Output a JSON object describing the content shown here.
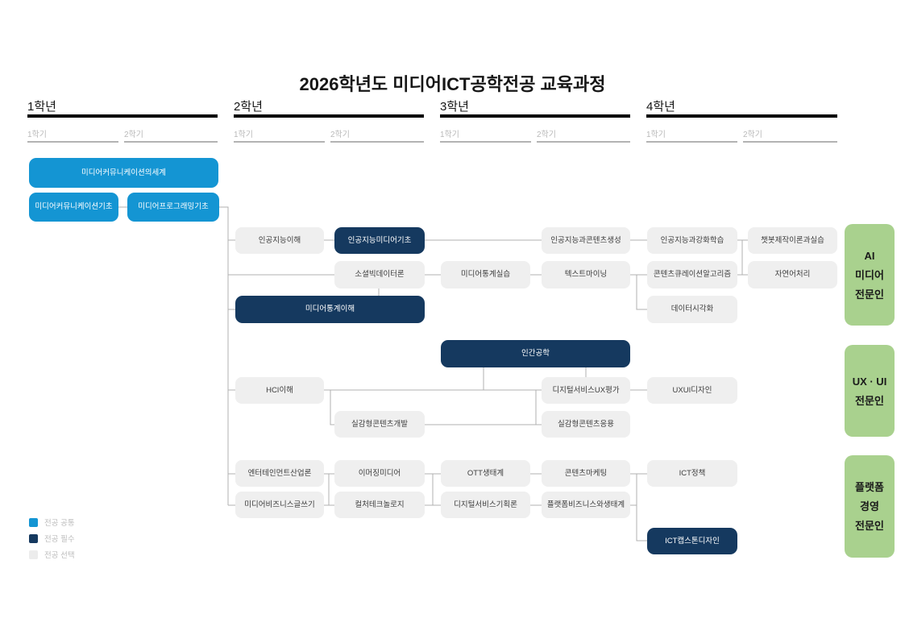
{
  "title": "2026학년도 미디어ICT공학전공 교육과정",
  "years": [
    {
      "label": "1학년",
      "semesters": [
        {
          "label": "1학기"
        },
        {
          "label": "2학기"
        }
      ]
    },
    {
      "label": "2학년",
      "semesters": [
        {
          "label": "1학기"
        },
        {
          "label": "2학기"
        }
      ]
    },
    {
      "label": "3학년",
      "semesters": [
        {
          "label": "1학기"
        },
        {
          "label": "2학기"
        }
      ]
    },
    {
      "label": "4학년",
      "semesters": [
        {
          "label": "1학기"
        },
        {
          "label": "2학기"
        }
      ]
    }
  ],
  "courses": [
    {
      "label": "미디어커뮤니케이션의세계",
      "type": "common",
      "year": 1,
      "semester": "1-2"
    },
    {
      "label": "미디어커뮤니케이션기초",
      "type": "common",
      "year": 1,
      "semester": "1"
    },
    {
      "label": "미디어프로그래밍기초",
      "type": "common",
      "year": 1,
      "semester": "2"
    },
    {
      "label": "인공지능이해",
      "type": "elective",
      "year": 2,
      "semester": "1"
    },
    {
      "label": "인공지능미디어기초",
      "type": "required",
      "year": 2,
      "semester": "2"
    },
    {
      "label": "소셜빅데이터론",
      "type": "elective",
      "year": 2,
      "semester": "2"
    },
    {
      "label": "미디어통계이해",
      "type": "required",
      "year": 2,
      "semester": "1-2"
    },
    {
      "label": "미디어통계실습",
      "type": "elective",
      "year": 3,
      "semester": "1"
    },
    {
      "label": "텍스트마이닝",
      "type": "elective",
      "year": 3,
      "semester": "2"
    },
    {
      "label": "인공지능과콘텐츠생성",
      "type": "elective",
      "year": 3,
      "semester": "2"
    },
    {
      "label": "인공지능과강화학습",
      "type": "elective",
      "year": 4,
      "semester": "1"
    },
    {
      "label": "챗봇제작이론과실습",
      "type": "elective",
      "year": 4,
      "semester": "2"
    },
    {
      "label": "콘텐츠큐레이션알고리즘",
      "type": "elective",
      "year": 4,
      "semester": "1"
    },
    {
      "label": "자연어처리",
      "type": "elective",
      "year": 4,
      "semester": "2"
    },
    {
      "label": "데이터시각화",
      "type": "elective",
      "year": 4,
      "semester": "1"
    },
    {
      "label": "HCI이해",
      "type": "elective",
      "year": 2,
      "semester": "1"
    },
    {
      "label": "실감형콘텐츠개발",
      "type": "elective",
      "year": 2,
      "semester": "2"
    },
    {
      "label": "인간공학",
      "type": "required",
      "year": 3,
      "semester": "1-2"
    },
    {
      "label": "디지털서비스UX평가",
      "type": "elective",
      "year": 3,
      "semester": "2"
    },
    {
      "label": "실감형콘텐츠응용",
      "type": "elective",
      "year": 3,
      "semester": "2"
    },
    {
      "label": "UXUI디자인",
      "type": "elective",
      "year": 4,
      "semester": "1"
    },
    {
      "label": "엔터테인먼트산업론",
      "type": "elective",
      "year": 2,
      "semester": "1"
    },
    {
      "label": "이머징미디어",
      "type": "elective",
      "year": 2,
      "semester": "2"
    },
    {
      "label": "미디어비즈니스글쓰기",
      "type": "elective",
      "year": 2,
      "semester": "1"
    },
    {
      "label": "컬처테크놀로지",
      "type": "elective",
      "year": 2,
      "semester": "2"
    },
    {
      "label": "OTT생태계",
      "type": "elective",
      "year": 3,
      "semester": "1"
    },
    {
      "label": "콘텐츠마케팅",
      "type": "elective",
      "year": 3,
      "semester": "2"
    },
    {
      "label": "디지털서비스기획론",
      "type": "elective",
      "year": 3,
      "semester": "1"
    },
    {
      "label": "플랫폼비즈니스와생태계",
      "type": "elective",
      "year": 3,
      "semester": "2"
    },
    {
      "label": "ICT정책",
      "type": "elective",
      "year": 4,
      "semester": "1"
    },
    {
      "label": "ICT캡스톤디자인",
      "type": "required",
      "year": 4,
      "semester": "1"
    }
  ],
  "tracks": [
    {
      "name": "ai-media-specialist",
      "lines": [
        "AI",
        "미디어",
        "전문인"
      ]
    },
    {
      "name": "ux-ui-specialist",
      "lines": [
        "UX · UI",
        "전문인"
      ]
    },
    {
      "name": "platform-management-specialist",
      "lines": [
        "플랫폼",
        "경영",
        "전문인"
      ]
    }
  ],
  "legend": [
    {
      "label": "전공 공통",
      "type": "common"
    },
    {
      "label": "전공 필수",
      "type": "required"
    },
    {
      "label": "전공 선택",
      "type": "elective"
    }
  ],
  "colors": {
    "common": "#1495d3",
    "required": "#15395f",
    "elective": "#efefef",
    "track": "#a9d18e",
    "line": "#b0b0b0"
  }
}
